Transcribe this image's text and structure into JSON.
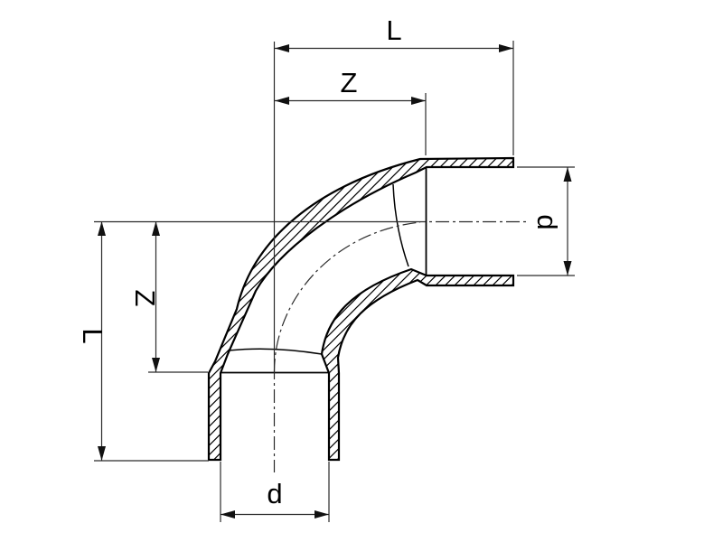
{
  "figure": {
    "dimension_labels": {
      "top_length": "L",
      "top_center_offset": "Z",
      "left_length": "L",
      "left_center_offset": "Z",
      "right_inner_diameter": "d",
      "bottom_inner_diameter": "d"
    },
    "colors": {
      "outline": "#000000",
      "dimension_lines": "#2a2a2a",
      "background": "#ffffff"
    }
  }
}
